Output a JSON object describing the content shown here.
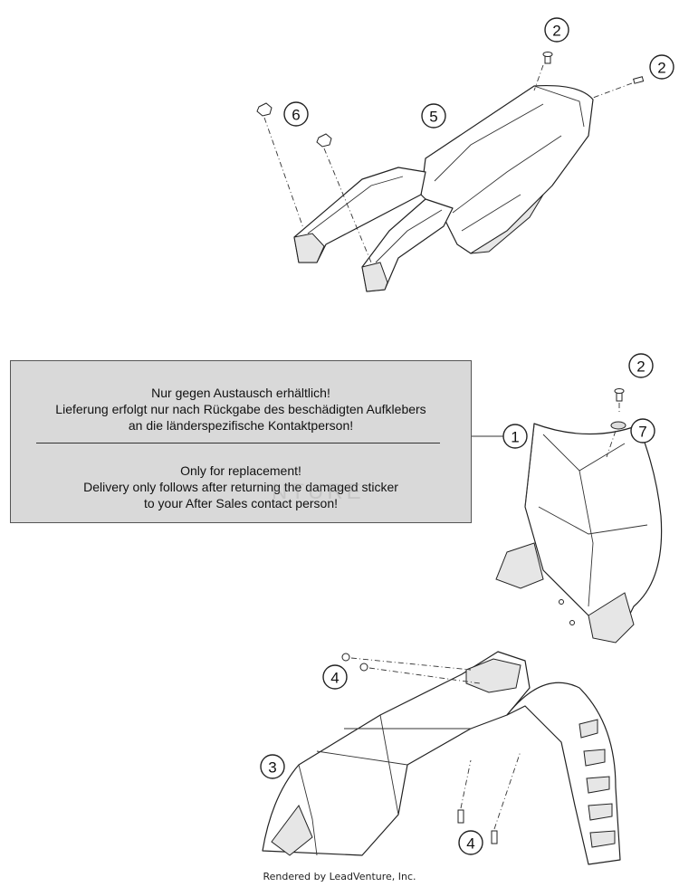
{
  "callouts": {
    "c2a": "2",
    "c2b": "2",
    "c6": "6",
    "c5": "5",
    "c2c": "2",
    "c7": "7",
    "c1": "1",
    "c4a": "4",
    "c3": "3",
    "c4b": "4"
  },
  "note": {
    "de": [
      "Nur gegen Austausch erhältlich!",
      "Lieferung erfolgt nur nach Rückgabe des beschädigten Aufklebers",
      "an die länderspezifische Kontaktperson!"
    ],
    "en": [
      "Only for replacement!",
      "Delivery only follows after returning the damaged sticker",
      "to your After Sales contact person!"
    ]
  },
  "watermark": "NTURE",
  "credit": "Rendered by LeadVenture, Inc."
}
